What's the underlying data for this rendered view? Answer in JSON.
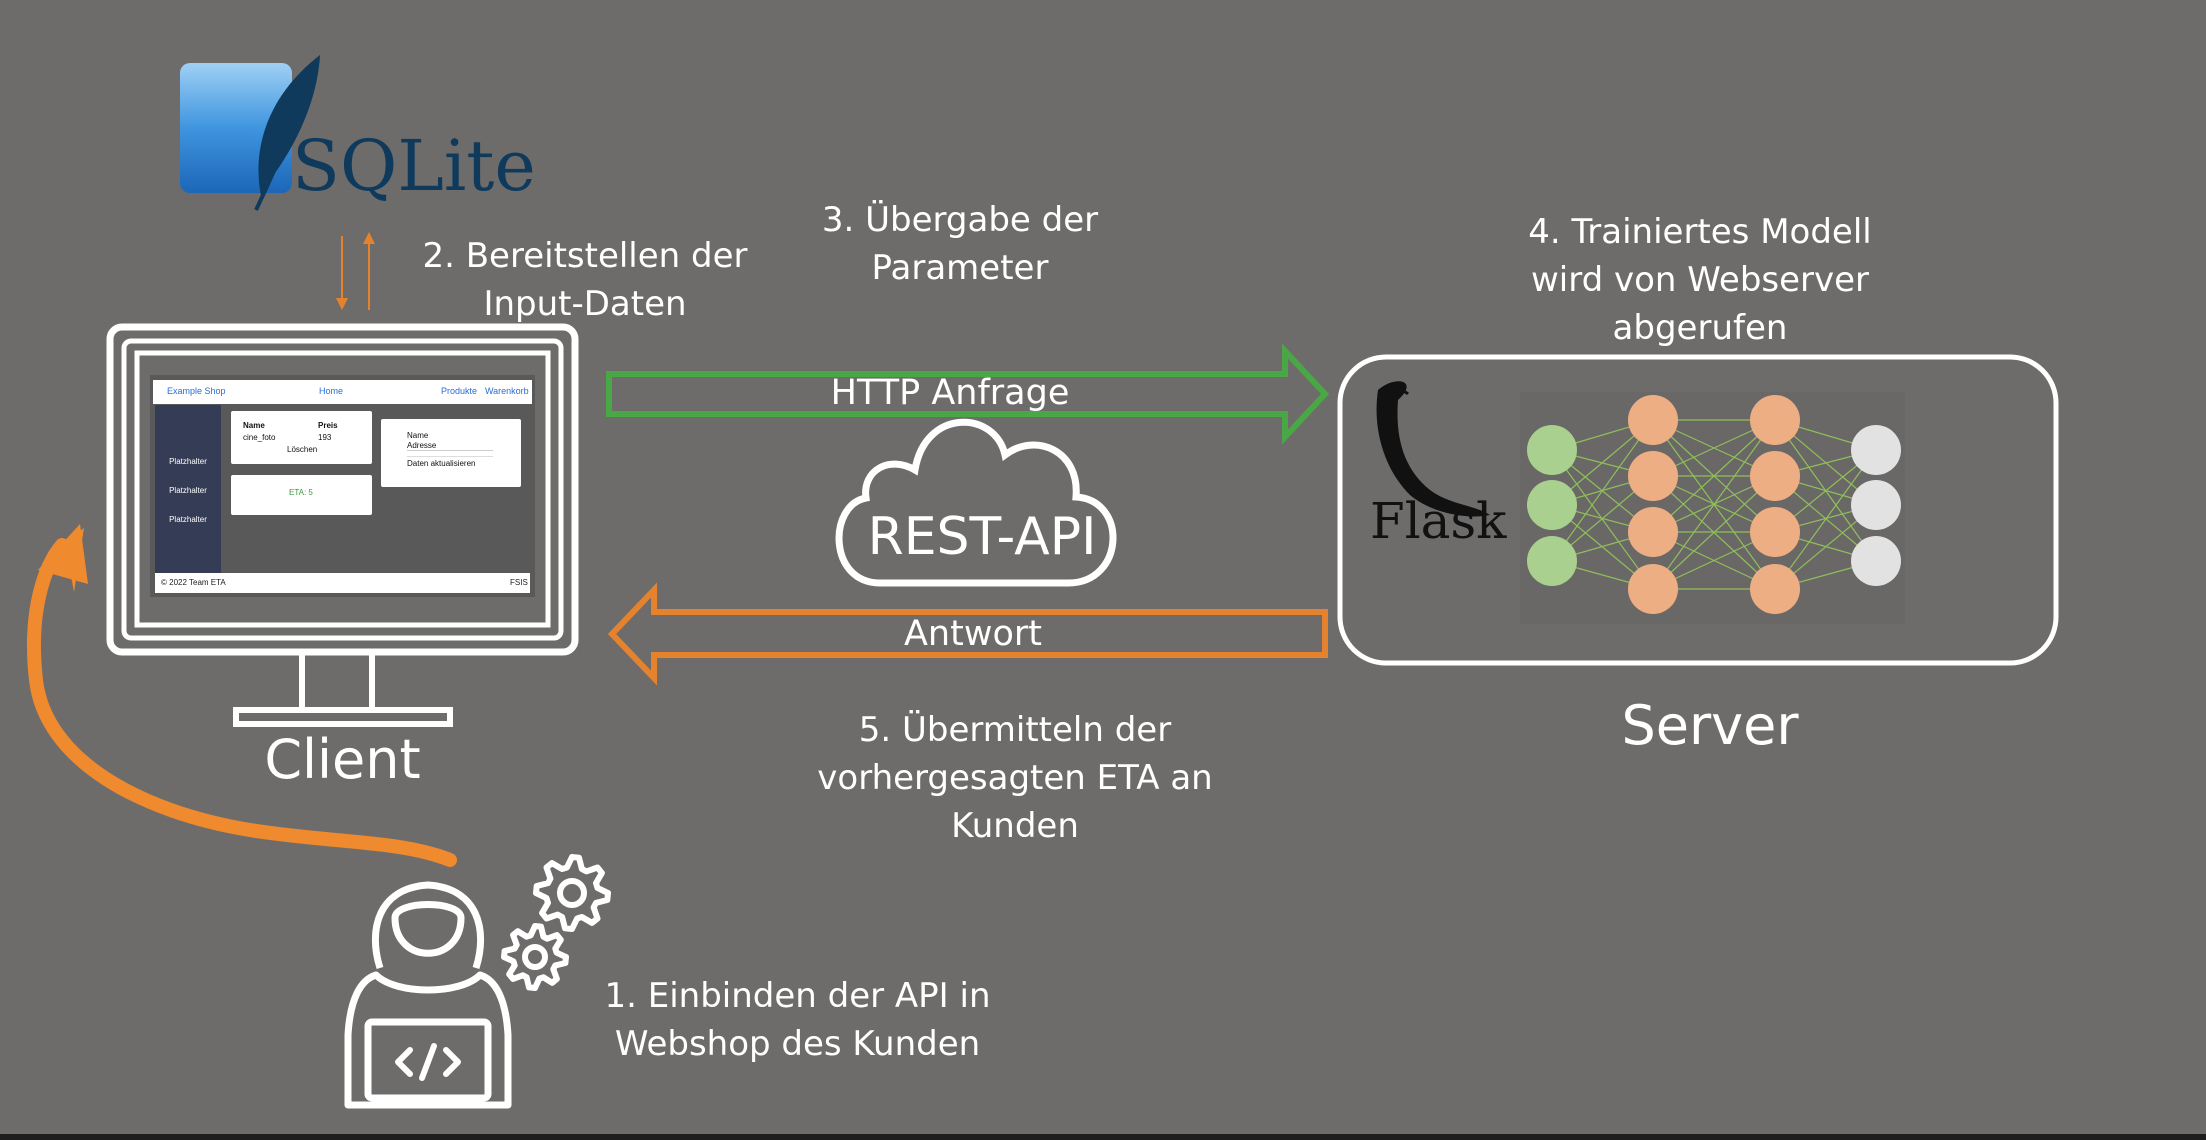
{
  "sqlite": {
    "logo_text": "SQLite"
  },
  "steps": {
    "s1": [
      "1. Einbinden der API in",
      "Webshop des Kunden"
    ],
    "s2": [
      "2. Bereitstellen der",
      "Input-Daten"
    ],
    "s3": [
      "3. Übergabe der",
      "Parameter"
    ],
    "s4": [
      "4. Trainiertes Modell",
      "wird von Webserver",
      "abgerufen"
    ],
    "s5": [
      "5. Übermitteln der",
      "vorhergesagten ETA an",
      "Kunden"
    ]
  },
  "arrows": {
    "request": "HTTP Anfrage",
    "response": "Antwort"
  },
  "cloud_label": "REST-API",
  "client_label": "Client",
  "server_label": "Server",
  "flask_logo_text": "Flask",
  "webshop": {
    "brand": "Example Shop",
    "nav_home": "Home",
    "nav_products": "Produkte",
    "nav_cart": "Warenkorb",
    "sidebar": [
      "Platzhalter",
      "Platzhalter",
      "Platzhalter"
    ],
    "table_headers": [
      "Name",
      "Preis"
    ],
    "table_row": [
      "cine_foto",
      "193"
    ],
    "delete_label": "Löschen",
    "eta_label": "ETA: 5",
    "form_name_label": "Name",
    "form_address_value": "Adresse",
    "update_label": "Daten aktualisieren",
    "footer_left": "© 2022 Team ETA",
    "footer_right": "FSIS"
  },
  "colors": {
    "background": "#6e6c6b",
    "request_arrow": "#4aa745",
    "response_arrow": "#e5822e",
    "user_curve": "#ef8a2e",
    "nn_input": "#a9d08e",
    "nn_hidden": "#eeae84",
    "nn_output": "#e2e2e2",
    "sqlite_blue": "#2f7fd1",
    "sqlite_text": "#0f3a5c"
  },
  "icons": [
    "sqlite-logo",
    "gear-icon",
    "developer-icon",
    "code-icon",
    "cloud-icon",
    "flask-horn-icon",
    "neural-network-icon",
    "monitor-icon"
  ]
}
